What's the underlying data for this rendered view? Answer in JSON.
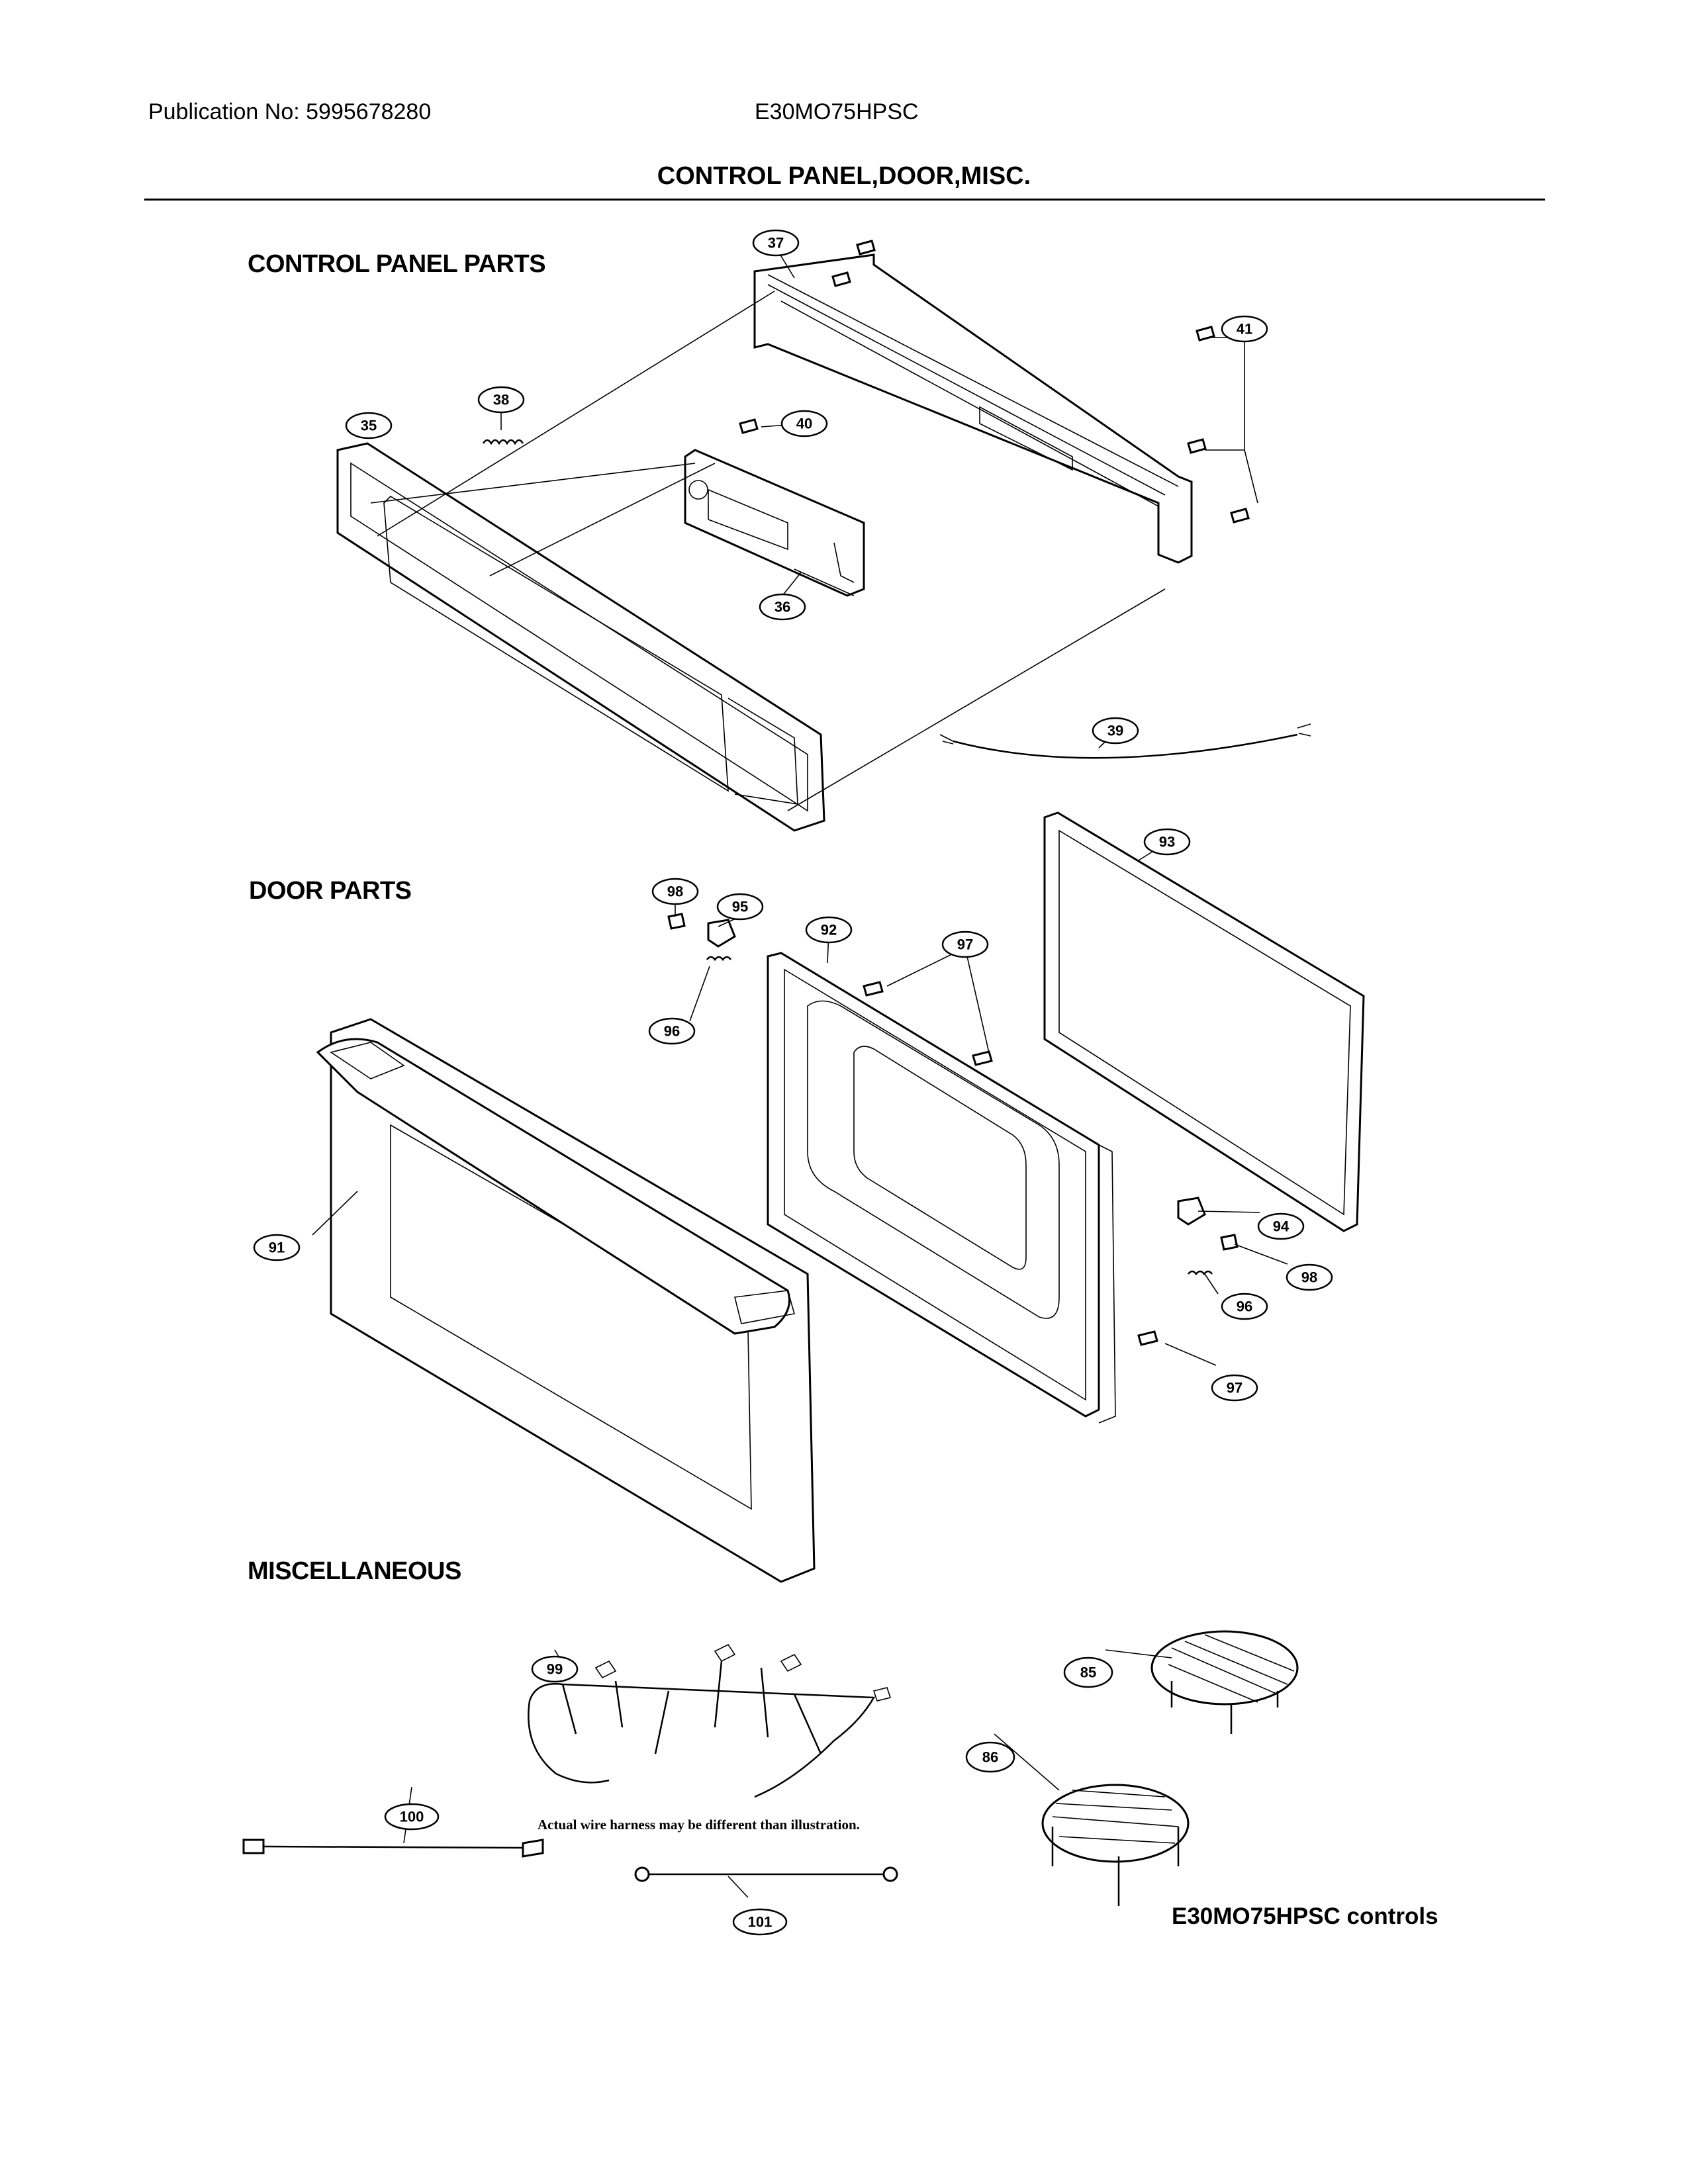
{
  "header": {
    "publication": "Publication No: 5995678280",
    "model": "E30MO75HPSC"
  },
  "title": "CONTROL PANEL,DOOR,MISC.",
  "sections": {
    "control_panel": "CONTROL PANEL PARTS",
    "door": "DOOR PARTS",
    "misc": "MISCELLANEOUS"
  },
  "callouts": {
    "c37": "37",
    "c41": "41",
    "c38": "38",
    "c35": "35",
    "c40": "40",
    "c36": "36",
    "c39": "39",
    "c93": "93",
    "c98a": "98",
    "c95": "95",
    "c92": "92",
    "c97a": "97",
    "c96a": "96",
    "c91": "91",
    "c94": "94",
    "c98b": "98",
    "c96b": "96",
    "c97b": "97",
    "c99": "99",
    "c85": "85",
    "c86": "86",
    "c100": "100",
    "c101": "101"
  },
  "note": "Actual wire harness may be different than illustration.",
  "footer": "E30MO75HPSC controls"
}
